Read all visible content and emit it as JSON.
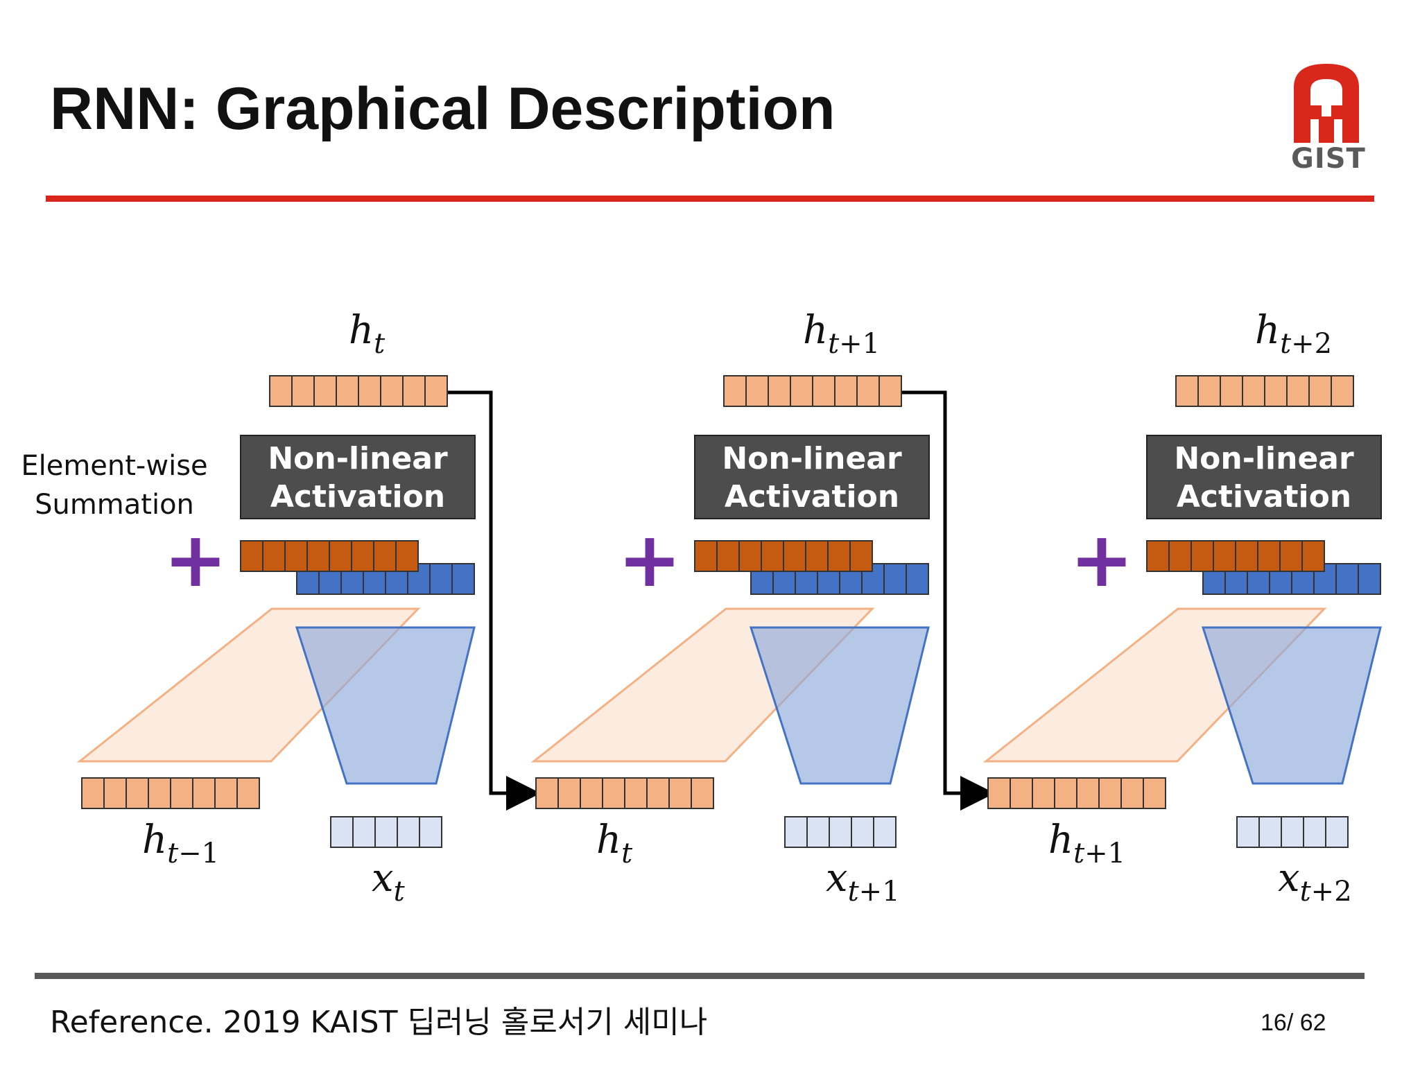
{
  "slide": {
    "title": "RNN: Graphical Description",
    "side_label": [
      "Element-wise",
      "Summation"
    ],
    "reference": "Reference. 2019 KAIST 딥러닝 홀로서기 세미나",
    "page_current": "16",
    "page_total": "62",
    "logo_text": "GIST"
  },
  "colors": {
    "accent_red": "#d9271c",
    "hidden_cell": "#f4b183",
    "recurrent_cell": "#c55a11",
    "input_proj_cell": "#4472c4",
    "input_cell": "#dae3f3",
    "activation_box": "#4d4d4d",
    "plus": "#7030a0",
    "footer_rule": "#595959"
  },
  "cells": [
    {
      "top_label": "h_{t}",
      "activation_label": [
        "Non-linear",
        "Activation"
      ],
      "hidden_in_label": "h_{t−1}",
      "input_label": "x_{t}",
      "plus_icon": "+"
    },
    {
      "top_label": "h_{t+1}",
      "activation_label": [
        "Non-linear",
        "Activation"
      ],
      "hidden_in_label": "h_{t}",
      "input_label": "x_{t+1}",
      "plus_icon": "+"
    },
    {
      "top_label": "h_{t+2}",
      "activation_label": [
        "Non-linear",
        "Activation"
      ],
      "hidden_in_label": "h_{t+1}",
      "input_label": "x_{t+2}",
      "plus_icon": "+"
    }
  ]
}
